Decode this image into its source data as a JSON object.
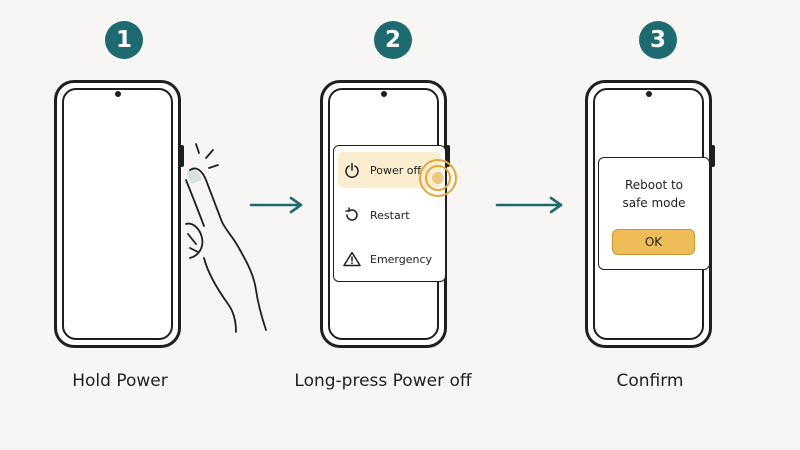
{
  "steps": [
    {
      "number": "1",
      "label": "Hold Power"
    },
    {
      "number": "2",
      "label": "Long-press Power off"
    },
    {
      "number": "3",
      "label": "Confirm"
    }
  ],
  "power_menu": {
    "items": [
      {
        "label": "Power off",
        "icon": "power-icon",
        "highlighted": true
      },
      {
        "label": "Restart",
        "icon": "restart-icon",
        "highlighted": false
      },
      {
        "label": "Emergency",
        "icon": "warning-icon",
        "highlighted": false
      }
    ]
  },
  "dialog": {
    "title_line1": "Reboot to",
    "title_line2": "safe mode",
    "ok_label": "OK"
  },
  "colors": {
    "accent": "#1d6a71",
    "highlight": "#fbeed0",
    "ok_button": "#efbd57",
    "press_ring": "#e4a83a"
  }
}
